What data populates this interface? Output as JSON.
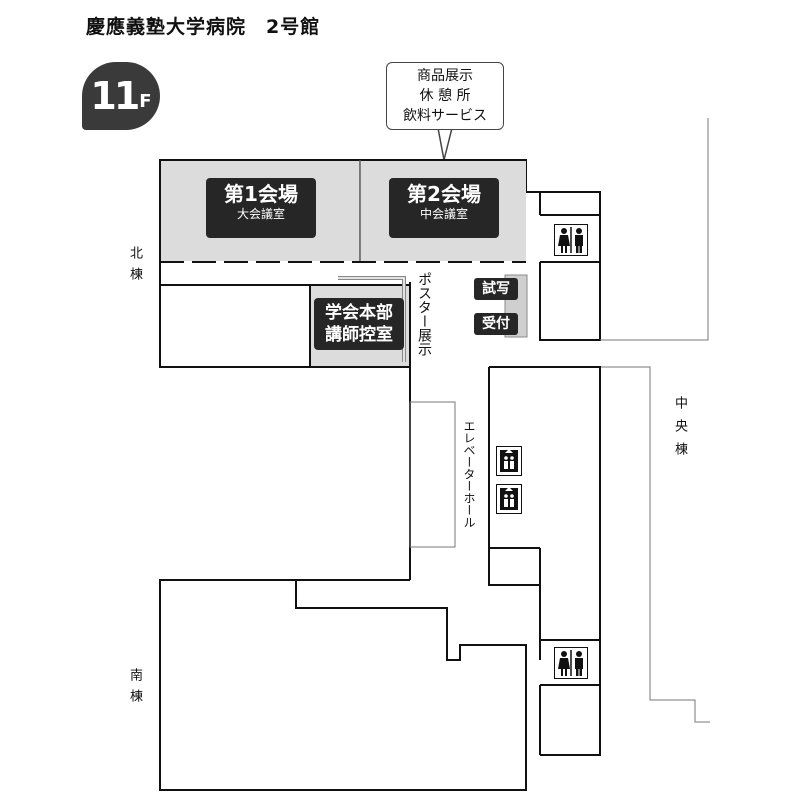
{
  "header": {
    "title": "慶應義塾大学病院　2号館",
    "floor_number": "11",
    "floor_suffix": "F"
  },
  "callout": {
    "line1": "商品展示",
    "line2": "休 憩 所",
    "line3": "飲料サービス"
  },
  "rooms": {
    "hall1": {
      "name": "第1会場",
      "sub": "大会議室"
    },
    "hall2": {
      "name": "第2会場",
      "sub": "中会議室"
    },
    "hq": {
      "line1": "学会本部",
      "line2": "講師控室"
    }
  },
  "counters": {
    "preview": "試写",
    "reception": "受付"
  },
  "wings": {
    "north": "北棟",
    "central": "中央棟",
    "south": "南棟"
  },
  "areas": {
    "poster": "ポスター展示",
    "elevator_hall": "エレベーターホール"
  },
  "icons": {
    "restroom": "restroom-icon",
    "elevator": "elevator-icon"
  },
  "colors": {
    "room_fill": "#dcdcdc",
    "label_bg": "#262626",
    "wall": "#111111",
    "badge": "#3a3a3a"
  }
}
